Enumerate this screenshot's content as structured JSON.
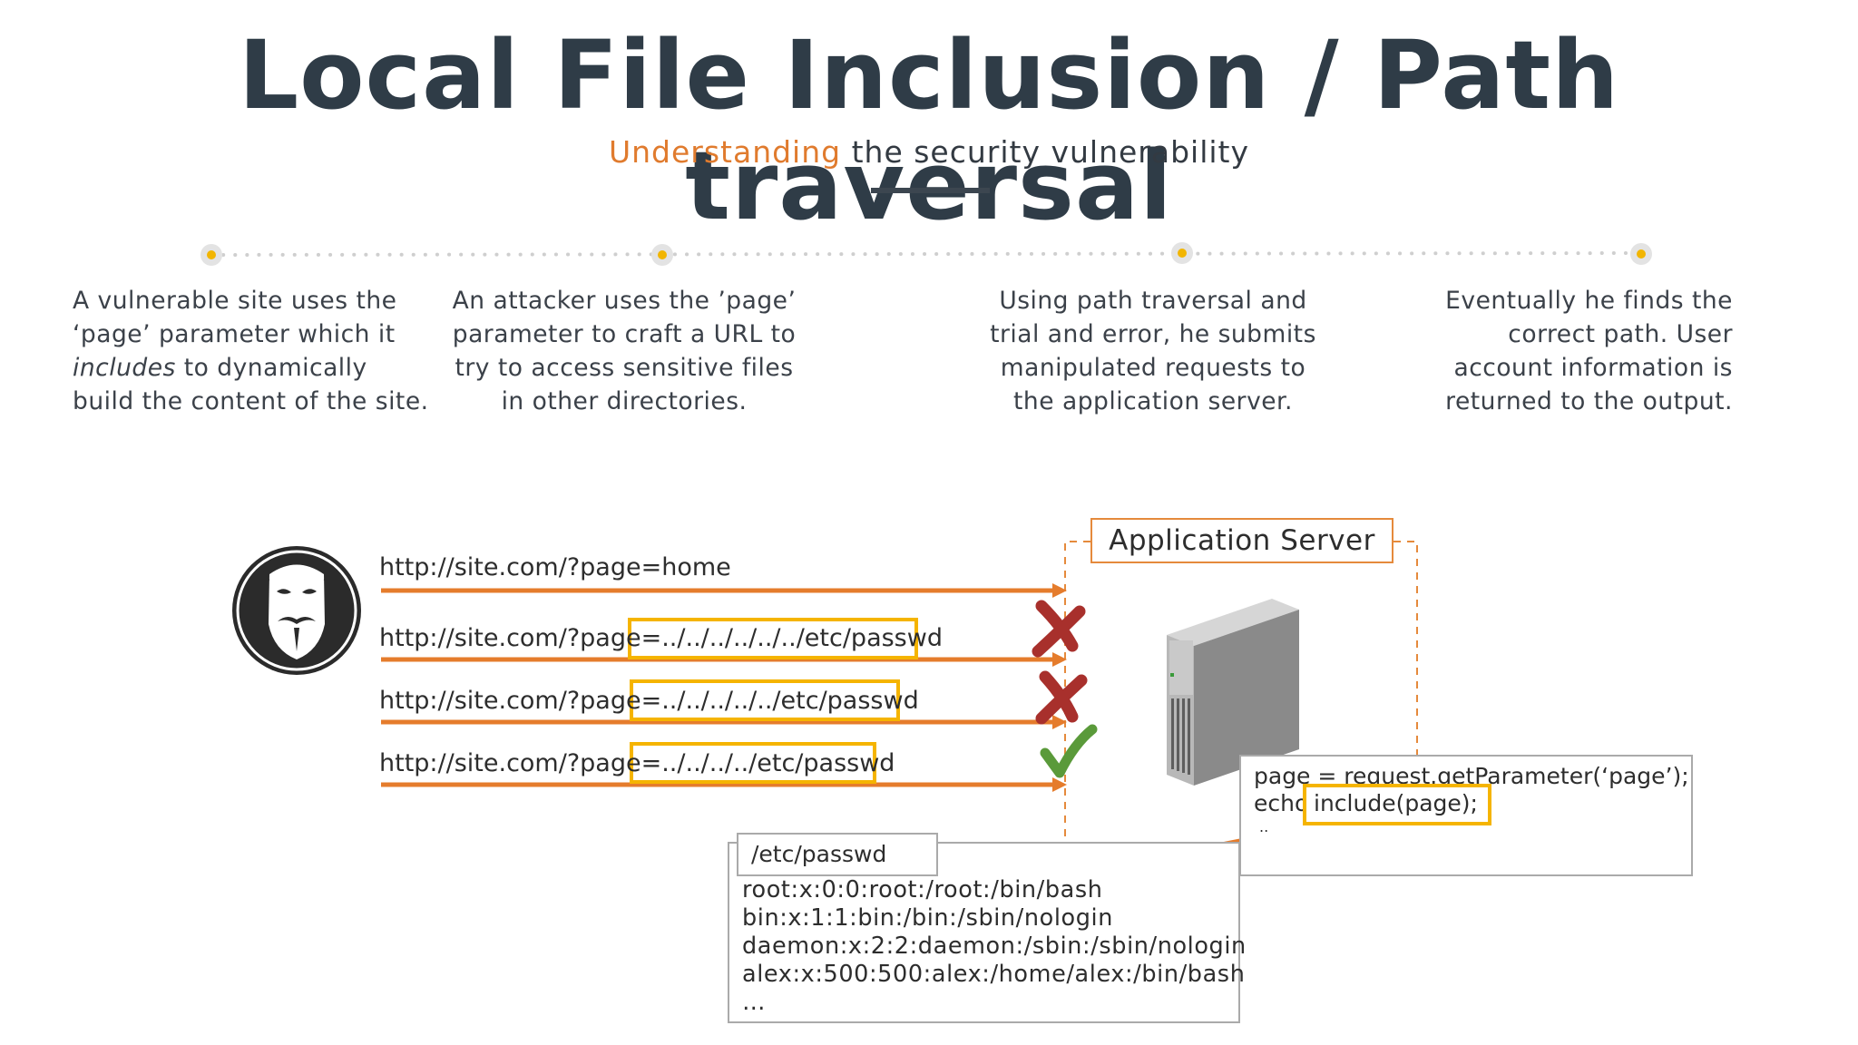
{
  "title": "Local File Inclusion / Path traversal",
  "subtitle": {
    "accent": "Understanding",
    "rest": " the security vulnerability"
  },
  "steps": [
    {
      "lines": [
        "A vulnerable site uses the",
        "‘page’ parameter which it",
        "includes",
        " to dynamically",
        "build the content of the site."
      ]
    },
    {
      "lines": [
        "An attacker uses the ’page’",
        "parameter to craft a URL to",
        "try to access sensitive files",
        "in other directories."
      ]
    },
    {
      "lines": [
        "Using path traversal and",
        "trial and error, he submits",
        "manipulated requests to",
        "the application server."
      ]
    },
    {
      "lines": [
        "Eventually he finds the",
        "correct path. User",
        "account information is",
        "returned to the output."
      ]
    }
  ],
  "requests": [
    {
      "prefix": "http://site.com/?page=home",
      "path": "",
      "result": "none"
    },
    {
      "prefix": "http://site.com/?page=",
      "path": "../../../../../../etc/passwd",
      "result": "fail"
    },
    {
      "prefix": "http://site.com/?page=",
      "path": "../../../../../etc/passwd",
      "result": "fail"
    },
    {
      "prefix": "http://site.com/?page=",
      "path": "../../../../etc/passwd",
      "result": "success"
    }
  ],
  "server": {
    "label": "Application Server"
  },
  "code": {
    "line1": "page = request.getParameter(‘page’);",
    "line2_prefix": "echo",
    "line2_highlight": "include(page);",
    "line3": ".."
  },
  "passwd": {
    "tab": "/etc/passwd",
    "lines": [
      "root:x:0:0:root:/root:/bin/bash",
      "bin:x:1:1:bin:/bin:/sbin/nologin",
      "daemon:x:2:2:daemon:/sbin:/sbin/nologin",
      "alex:x:500:500:alex:/home/alex:/bin/bash",
      "…"
    ]
  },
  "colors": {
    "arrow": "#e57c2c",
    "highlight": "#f5b400",
    "fail": "#a8302c",
    "success": "#5a9a3a",
    "dot": "#f2b500"
  },
  "icons": {
    "attacker": "anonymous-mask-icon",
    "server": "server-tower-icon",
    "fail": "cross-icon",
    "success": "check-icon"
  }
}
